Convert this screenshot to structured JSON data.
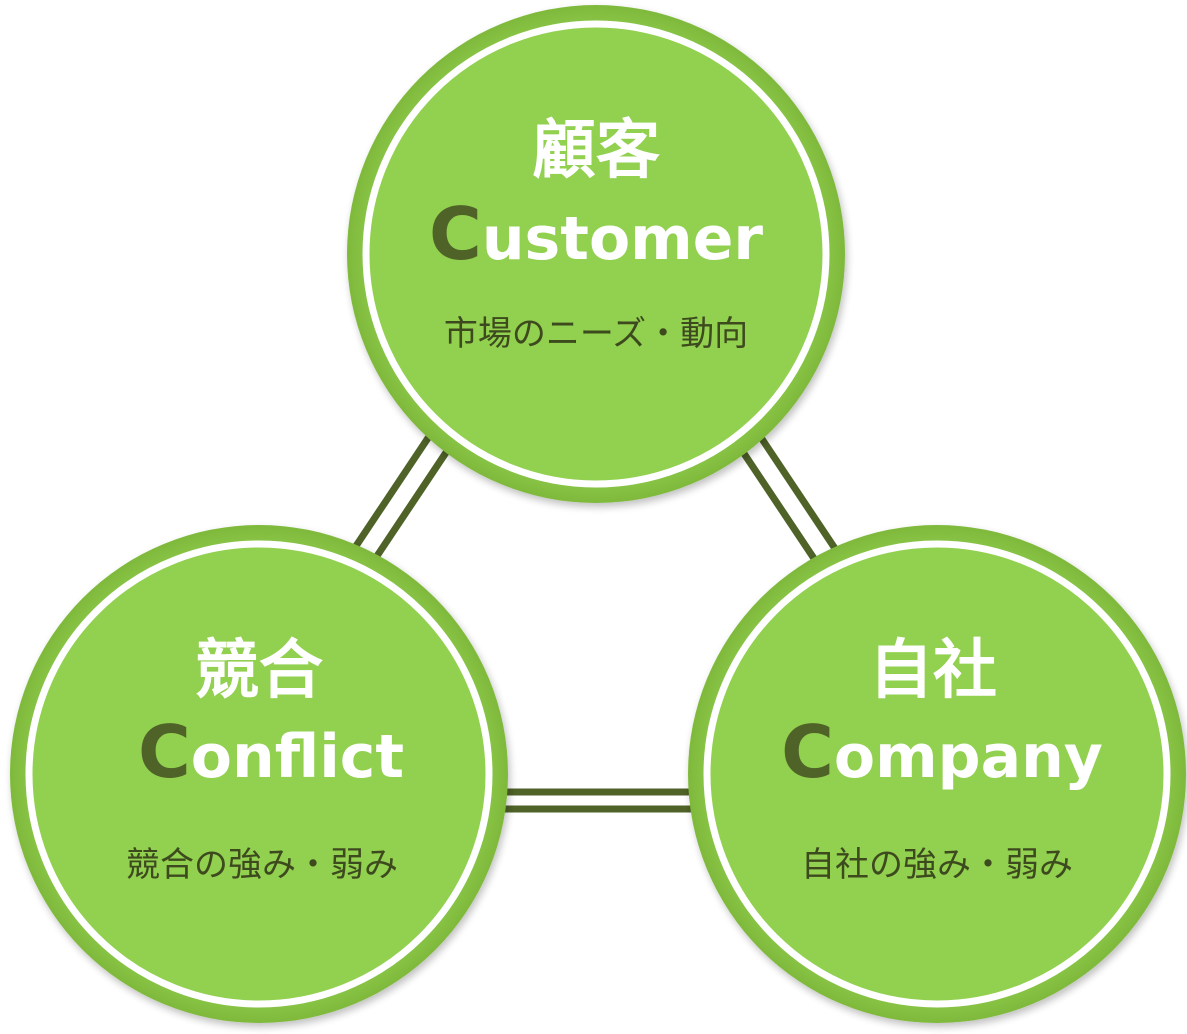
{
  "colors": {
    "circle_fill": "#92d050",
    "circle_outer_ring": "#8ac640",
    "circle_inner_border": "#ffffff",
    "connector": "#4f6228",
    "initial_letter": "#4f6228",
    "description_text": "#3d4a1e"
  },
  "nodes": {
    "customer": {
      "jp": "顧客",
      "en_initial": "C",
      "en_rest": "ustomer",
      "desc": "市場のニーズ・動向"
    },
    "conflict": {
      "jp": "競合",
      "en_initial": "C",
      "en_rest": "onflict",
      "desc": "競合の強み・弱み"
    },
    "company": {
      "jp": "自社",
      "en_initial": "C",
      "en_rest": "ompany",
      "desc": "自社の強み・弱み"
    }
  },
  "connectors": [
    "customer-conflict",
    "customer-company",
    "conflict-company"
  ]
}
